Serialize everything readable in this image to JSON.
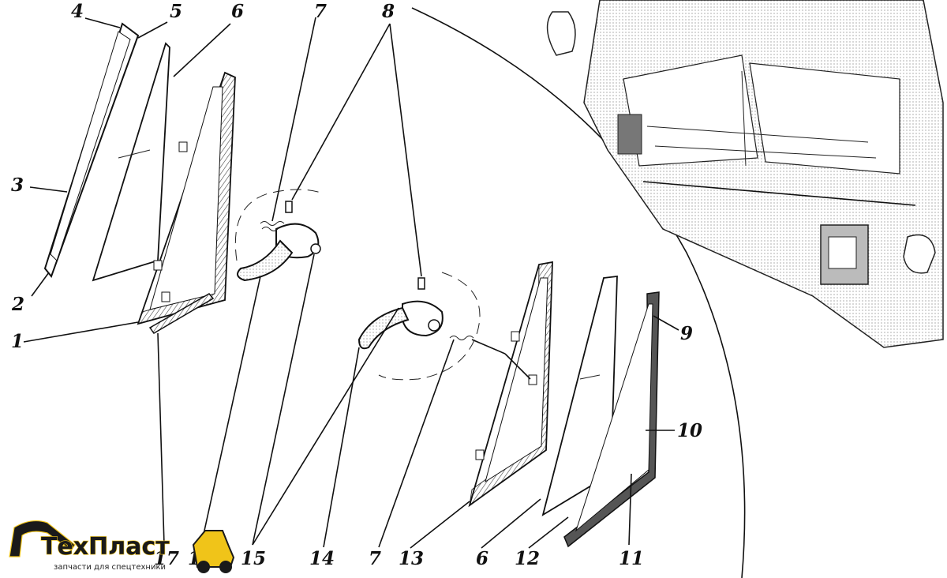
{
  "labels": {
    "l1": "1",
    "l2": "2",
    "l3": "3",
    "l4": "4",
    "l5": "5",
    "l6a": "6",
    "l6b": "6",
    "l7a": "7",
    "l7b": "7",
    "l8": "8",
    "l9": "9",
    "l10": "10",
    "l11": "11",
    "l12": "12",
    "l13": "13",
    "l14": "14",
    "l15": "15",
    "l16": "16",
    "l17": "17"
  },
  "logo": {
    "name": "ТехПласт",
    "tagline": "запчасти для спецтехники",
    "colors": {
      "accent": "#f0c419",
      "dark": "#1a1a1a"
    }
  }
}
